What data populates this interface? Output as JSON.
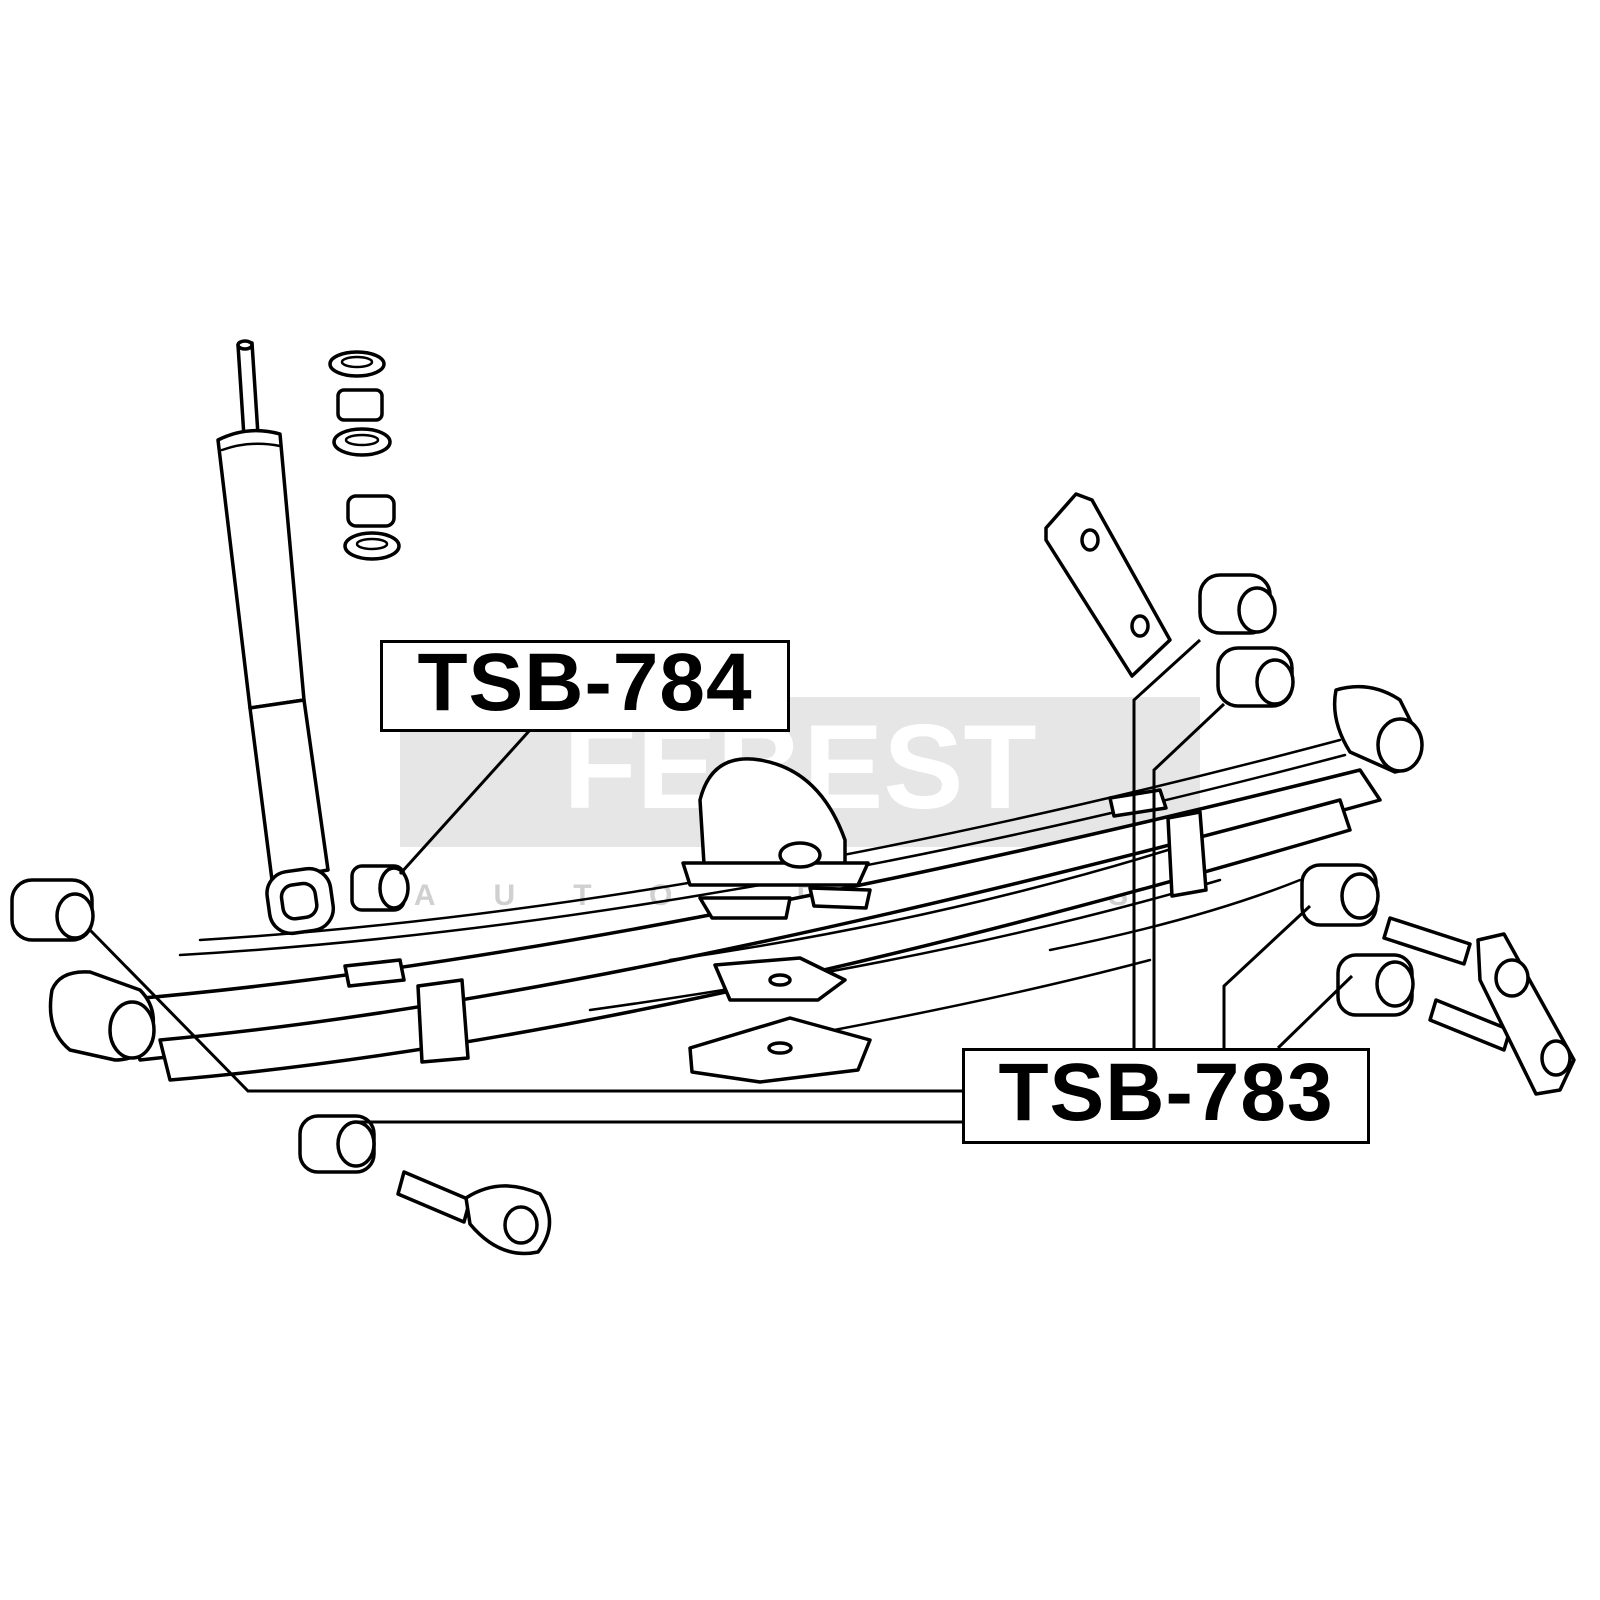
{
  "watermark": {
    "brand": "FEBEST",
    "tagline": "AUTO PARTS",
    "color": "#e6e6e6"
  },
  "labels": [
    {
      "id": "upper",
      "text": "TSB-784"
    },
    {
      "id": "lower",
      "text": "TSB-783"
    }
  ],
  "icons": [
    "shock-absorber-icon",
    "leaf-spring-icon",
    "bushing-icon",
    "shackle-icon",
    "bump-stop-icon",
    "bolt-icon"
  ]
}
